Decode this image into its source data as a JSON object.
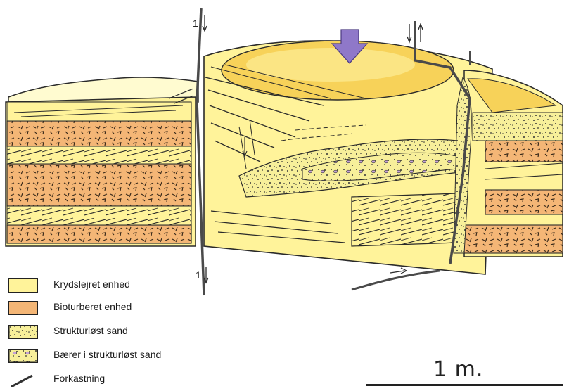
{
  "legend": {
    "items": [
      {
        "label": "Krydslejret enhed",
        "swatch": "cross-bedded-unit",
        "color": "#fff39a"
      },
      {
        "label": "Bioturberet enhed",
        "swatch": "bioturbated-unit",
        "color": "#f4b676"
      },
      {
        "label": "Strukturløst sand",
        "swatch": "structureless-sand",
        "color": "#f7ef9a"
      },
      {
        "label": "Bærer i strukturløst sand",
        "swatch": "carriers-in-sand",
        "color": "#f7ef9a"
      },
      {
        "label": "Forkastning",
        "swatch": "fault-line",
        "color": "#444444"
      }
    ]
  },
  "scale": {
    "label": "1 m."
  },
  "fault_markers": {
    "up_left": "1",
    "down_left": "1"
  },
  "colors": {
    "cross_bedded": "#fff39a",
    "cross_bedded_light": "#fffbd0",
    "bioturbated": "#f4b676",
    "outline": "#2a2a2a",
    "fault": "#4a4a4a",
    "arrow": "#8f78c9",
    "top_highlight": "#f7d259"
  }
}
